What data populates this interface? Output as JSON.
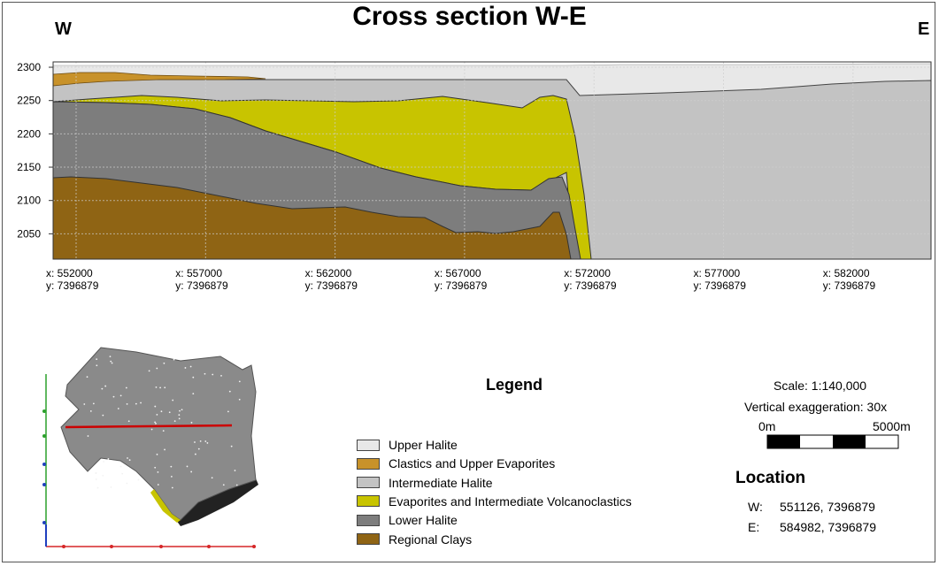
{
  "title": "Cross section W-E",
  "directions": {
    "west": "W",
    "east": "E"
  },
  "y_axis": {
    "ticks": [
      "2300",
      "2250",
      "2200",
      "2150",
      "2100",
      "2050"
    ],
    "range": [
      2012,
      2308
    ]
  },
  "x_axis": {
    "ticks": [
      {
        "x": "x: 552000",
        "y": "y: 7396879"
      },
      {
        "x": "x: 557000",
        "y": "y: 7396879"
      },
      {
        "x": "x: 562000",
        "y": "y: 7396879"
      },
      {
        "x": "x: 567000",
        "y": "y: 7396879"
      },
      {
        "x": "x: 572000",
        "y": "y: 7396879"
      },
      {
        "x": "x: 577000",
        "y": "y: 7396879"
      },
      {
        "x": "x: 582000",
        "y": "y: 7396879"
      }
    ]
  },
  "colors": {
    "upper_halite": "#e8e8e8",
    "clastics": "#c8922a",
    "intermediate_halite": "#c3c3c3",
    "evaporites_volcanoclastics": "#c8c400",
    "lower_halite": "#7d7d7d",
    "regional_clays": "#8f6414",
    "grid": "#cfcfcf",
    "map_surface": "#8a8a8a",
    "section_line": "#cc0000"
  },
  "legend": {
    "title": "Legend",
    "items": [
      {
        "label": "Upper Halite",
        "color": "#e8e8e8"
      },
      {
        "label": "Clastics and Upper Evaporites",
        "color": "#c8922a"
      },
      {
        "label": "Intermediate Halite",
        "color": "#c3c3c3"
      },
      {
        "label": "Evaporites and Intermediate Volcanoclastics",
        "color": "#c8c400"
      },
      {
        "label": "Lower Halite",
        "color": "#7d7d7d"
      },
      {
        "label": "Regional Clays",
        "color": "#8f6414"
      }
    ]
  },
  "scale": {
    "label": "Scale: 1:140,000",
    "exaggeration": "Vertical exaggeration: 30x",
    "start": "0m",
    "end": "5000m"
  },
  "location": {
    "title": "Location",
    "rows": [
      {
        "key": "W:",
        "value": "551126, 7396879"
      },
      {
        "key": "E:",
        "value": "584982, 7396879"
      }
    ]
  }
}
